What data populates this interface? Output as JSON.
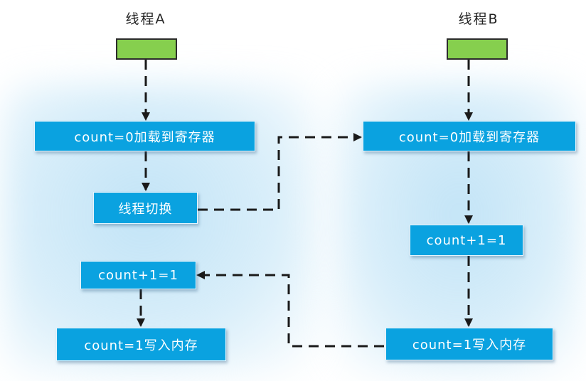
{
  "threads": {
    "a": {
      "label": "线程A"
    },
    "b": {
      "label": "线程B"
    }
  },
  "steps": {
    "a_load": "count=0加载到寄存器",
    "a_switch": "线程切换",
    "a_incr": "count+1=1",
    "a_write": "count=1写入内存",
    "b_load": "count=0加载到寄存器",
    "b_incr": "count+1=1",
    "b_write": "count=1写入内存"
  },
  "colors": {
    "thread_start": "#86cf4e",
    "step_box": "#0aa2e0",
    "arrow": "#1a1a1a",
    "glow": "#cfe8f7"
  }
}
